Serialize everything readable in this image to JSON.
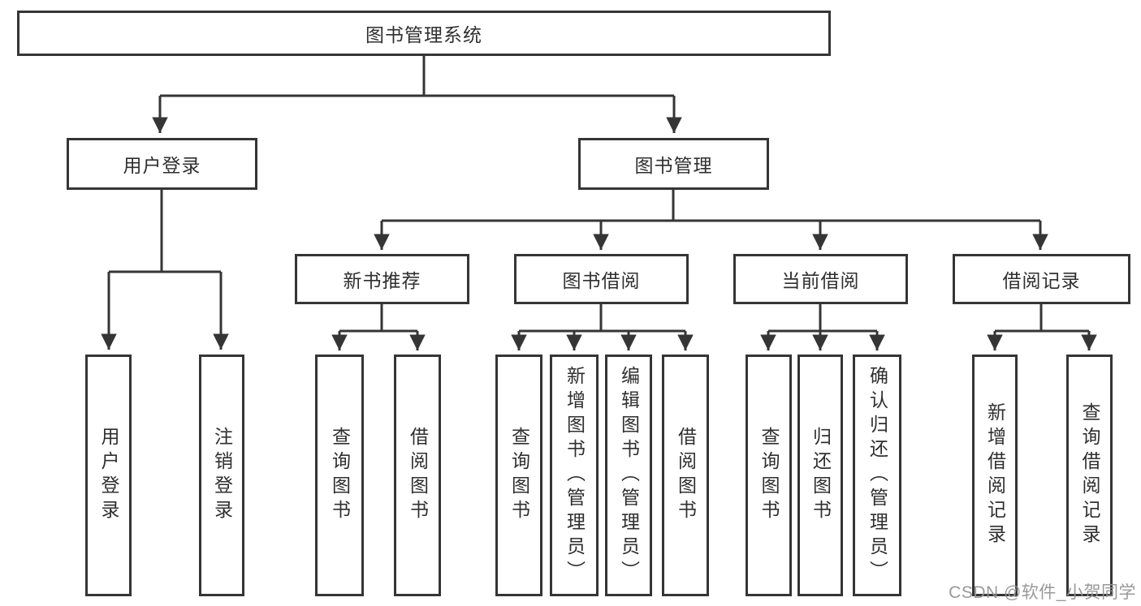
{
  "diagram": {
    "title": "图书管理系统",
    "watermark": "CSDN @软件_小贺同学",
    "colors": {
      "line": "#353535",
      "text": "#2f2f2f",
      "background": "#ffffff",
      "watermark": "#949494"
    },
    "nodes": {
      "root": {
        "label": "图书管理系统"
      },
      "level1": [
        {
          "label": "用户登录"
        },
        {
          "label": "图书管理"
        }
      ],
      "level2": [
        {
          "label": "新书推荐",
          "parent": "图书管理"
        },
        {
          "label": "图书借阅",
          "parent": "图书管理"
        },
        {
          "label": "当前借阅",
          "parent": "图书管理"
        },
        {
          "label": "借阅记录",
          "parent": "图书管理"
        }
      ],
      "level3": [
        {
          "label": "用户登录",
          "parent": "用户登录"
        },
        {
          "label": "注销登录",
          "parent": "用户登录"
        },
        {
          "label": "查询图书",
          "parent": "新书推荐"
        },
        {
          "label": "借阅图书",
          "parent": "新书推荐"
        },
        {
          "label": "查询图书",
          "parent": "图书借阅"
        },
        {
          "label": "新增图书（管理员）",
          "parent": "图书借阅"
        },
        {
          "label": "编辑图书（管理员）",
          "parent": "图书借阅"
        },
        {
          "label": "借阅图书",
          "parent": "图书借阅"
        },
        {
          "label": "查询图书",
          "parent": "当前借阅"
        },
        {
          "label": "归还图书",
          "parent": "当前借阅"
        },
        {
          "label": "确认归还（管理员）",
          "parent": "当前借阅"
        },
        {
          "label": "新增借阅记录",
          "parent": "借阅记录"
        },
        {
          "label": "查询借阅记录",
          "parent": "借阅记录"
        }
      ]
    }
  }
}
